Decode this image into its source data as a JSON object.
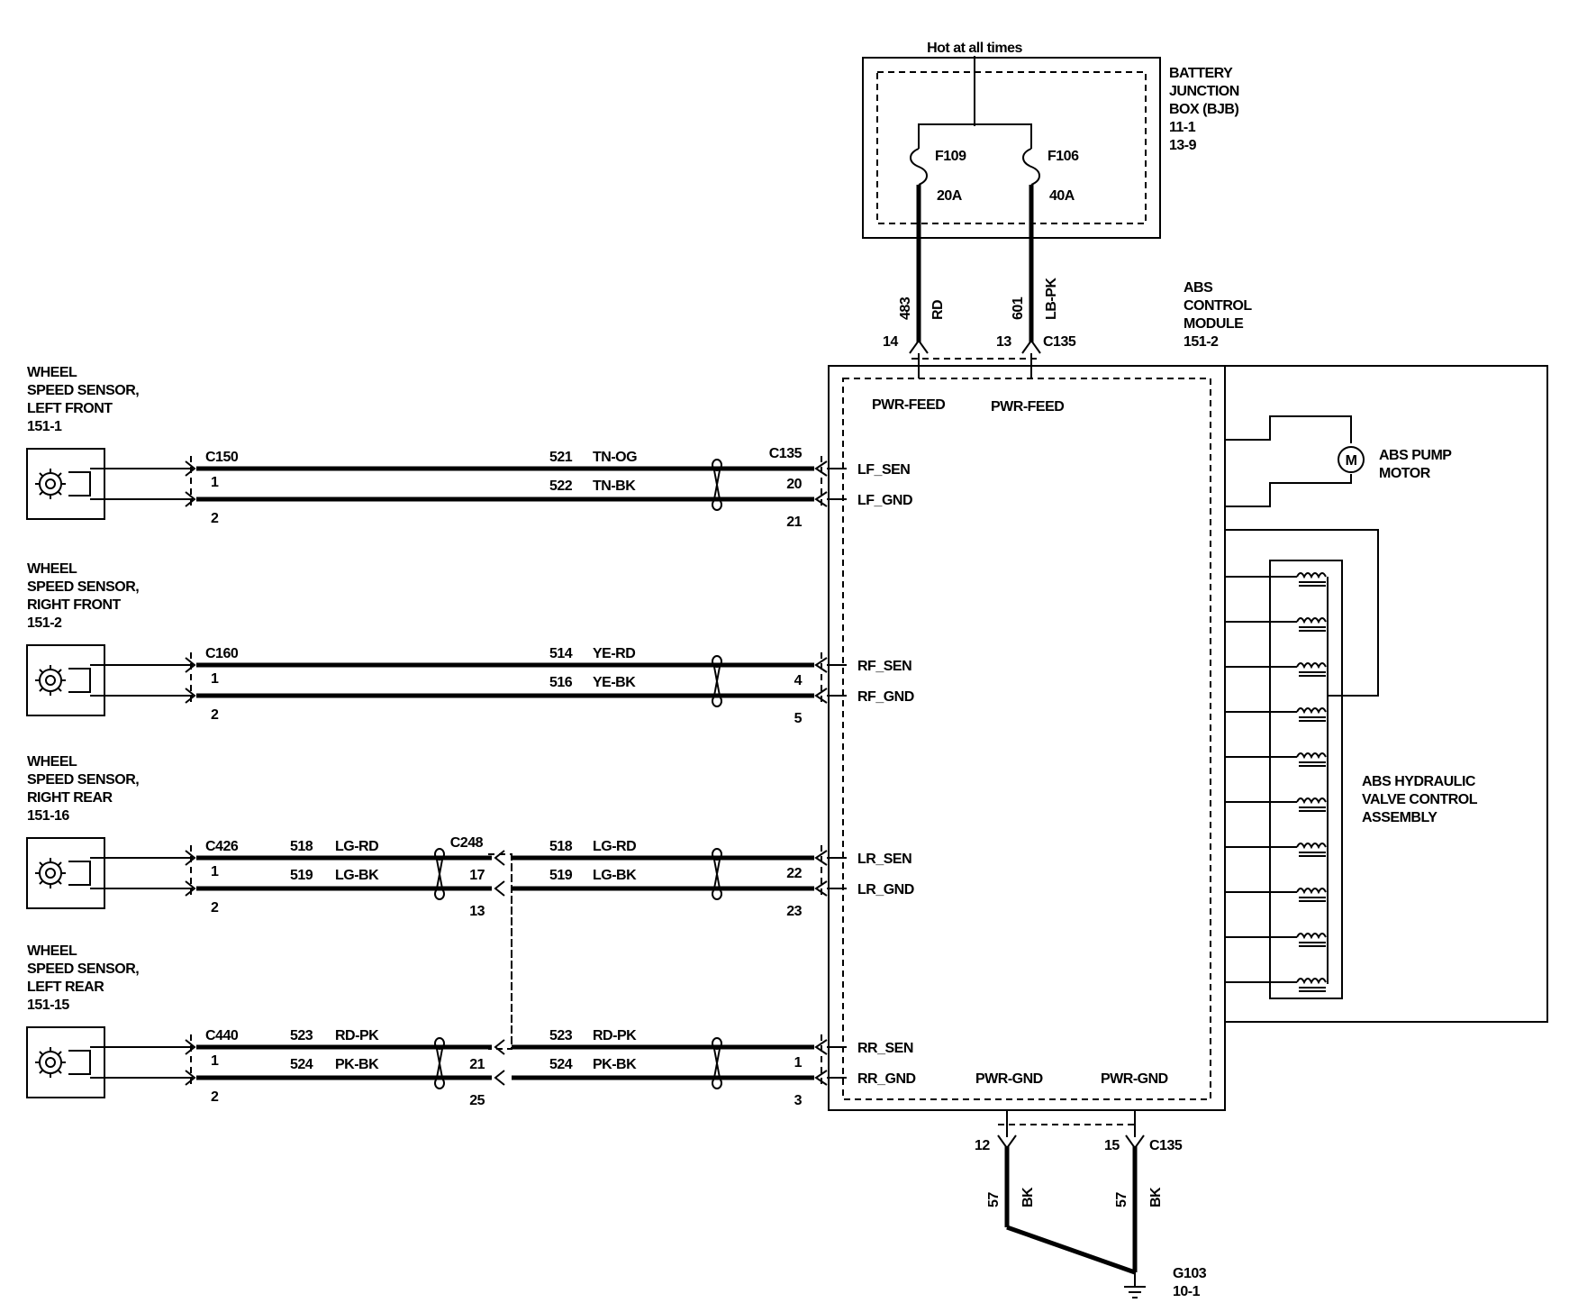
{
  "bjb": {
    "hot": "Hot at all times",
    "title": [
      "BATTERY",
      "JUNCTION",
      "BOX (BJB)",
      "11-1",
      "13-9"
    ],
    "fuses": [
      {
        "id": "F109",
        "rating": "20A"
      },
      {
        "id": "F106",
        "rating": "40A"
      }
    ]
  },
  "feeds": [
    {
      "circuit": "483",
      "color": "RD",
      "pin": "14"
    },
    {
      "circuit": "601",
      "color": "LB-PK",
      "pin": "13"
    }
  ],
  "feed_connector": "C135",
  "module": {
    "title": [
      "ABS",
      "CONTROL",
      "MODULE",
      "151-2"
    ],
    "pwr_feed": [
      "PWR-FEED",
      "PWR-FEED"
    ],
    "pwr_gnd": [
      "PWR-GND",
      "PWR-GND"
    ]
  },
  "pump": {
    "symbol": "M",
    "label": [
      "ABS PUMP",
      "MOTOR"
    ]
  },
  "valve": {
    "label": [
      "ABS HYDRAULIC",
      "VALVE CONTROL",
      "ASSEMBLY"
    ]
  },
  "sensors": [
    {
      "title": [
        "WHEEL",
        "SPEED SENSOR,",
        "LEFT FRONT",
        "151-1"
      ],
      "connector": "C150",
      "pin_a": "1",
      "pin_b": "2",
      "mid": null,
      "wire1": {
        "circuit": "521",
        "color": "TN-OG"
      },
      "wire2": {
        "circuit": "522",
        "color": "TN-BK"
      },
      "module_connector": "C135",
      "pin1": "20",
      "pin2": "21",
      "sig1": "LF_SEN",
      "sig2": "LF_GND"
    },
    {
      "title": [
        "WHEEL",
        "SPEED SENSOR,",
        "RIGHT FRONT",
        "151-2"
      ],
      "connector": "C160",
      "pin_a": "1",
      "pin_b": "2",
      "mid": null,
      "wire1": {
        "circuit": "514",
        "color": "YE-RD"
      },
      "wire2": {
        "circuit": "516",
        "color": "YE-BK"
      },
      "module_connector": "",
      "pin1": "4",
      "pin2": "5",
      "sig1": "RF_SEN",
      "sig2": "RF_GND"
    },
    {
      "title": [
        "WHEEL",
        "SPEED SENSOR,",
        "RIGHT REAR",
        "151-16"
      ],
      "connector": "C426",
      "pin_a": "1",
      "pin_b": "2",
      "mid": {
        "connector": "C248",
        "pin1": "17",
        "pin2": "13",
        "wire1": {
          "circuit": "518",
          "color": "LG-RD"
        },
        "wire2": {
          "circuit": "519",
          "color": "LG-BK"
        }
      },
      "wire1": {
        "circuit": "518",
        "color": "LG-RD"
      },
      "wire2": {
        "circuit": "519",
        "color": "LG-BK"
      },
      "module_connector": "",
      "pin1": "22",
      "pin2": "23",
      "sig1": "LR_SEN",
      "sig2": "LR_GND"
    },
    {
      "title": [
        "WHEEL",
        "SPEED SENSOR,",
        "LEFT REAR",
        "151-15"
      ],
      "connector": "C440",
      "pin_a": "1",
      "pin_b": "2",
      "mid": {
        "connector": "",
        "pin1": "21",
        "pin2": "25",
        "wire1": {
          "circuit": "523",
          "color": "RD-PK"
        },
        "wire2": {
          "circuit": "524",
          "color": "PK-BK"
        }
      },
      "wire1": {
        "circuit": "523",
        "color": "RD-PK"
      },
      "wire2": {
        "circuit": "524",
        "color": "PK-BK"
      },
      "module_connector": "",
      "pin1": "1",
      "pin2": "3",
      "sig1": "RR_SEN",
      "sig2": "RR_GND"
    }
  ],
  "grounds": [
    {
      "pin": "12",
      "circuit": "57",
      "color": "BK"
    },
    {
      "pin": "15",
      "circuit": "57",
      "color": "BK"
    }
  ],
  "ground_connector": "C135",
  "ground_point": [
    "G103",
    "10-1"
  ]
}
